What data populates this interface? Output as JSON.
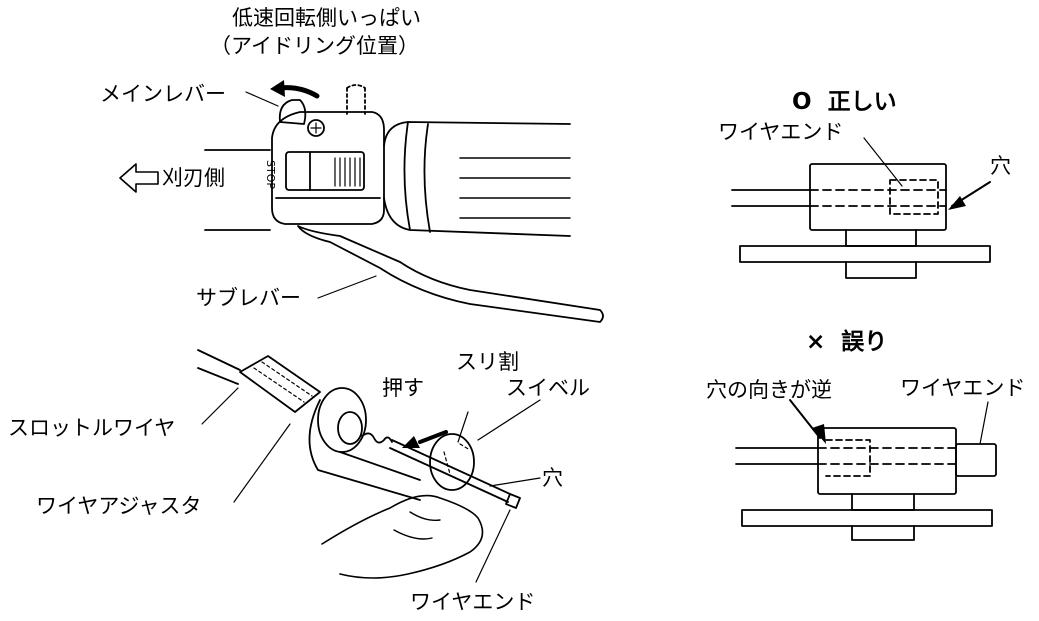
{
  "left_top": {
    "idle_line1": "低速回転側いっぱい",
    "idle_line2": "（アイドリング位置）",
    "main_lever": "メインレバー",
    "blade_side": "刈刃側",
    "stop_text": "STOP",
    "sub_lever": "サブレバー"
  },
  "left_bottom": {
    "slit": "スリ割",
    "push": "押す",
    "swivel": "スイベル",
    "throttle_wire": "スロットルワイヤ",
    "hole": "穴",
    "wire_adjuster": "ワイヤアジャスタ",
    "wire_end": "ワイヤエンド"
  },
  "right_correct": {
    "mark": "O",
    "title": "正しい",
    "wire_end": "ワイヤエンド",
    "hole": "穴"
  },
  "right_wrong": {
    "mark": "×",
    "title": "誤り",
    "reversed": "穴の向きが逆",
    "wire_end": "ワイヤエンド"
  }
}
